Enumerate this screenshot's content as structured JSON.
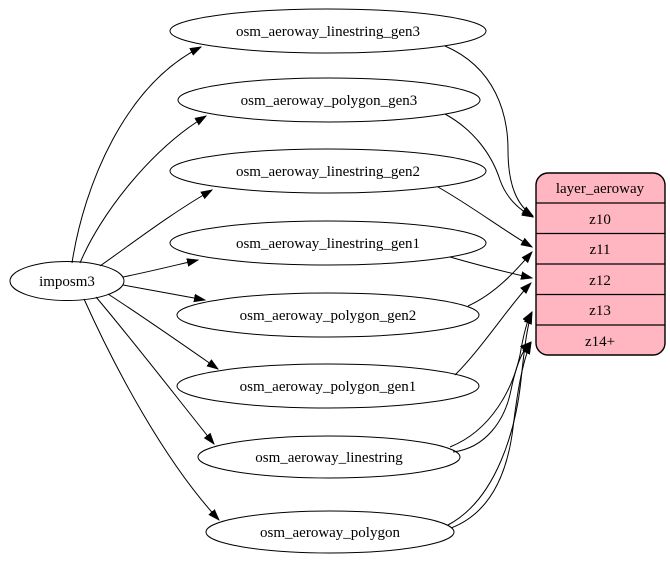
{
  "diagram": {
    "kind": "etl-graph",
    "background_color": "#ffffff",
    "edge_color": "#000000",
    "table_node_fill": "#ffffff",
    "layer_node_fill": "#ffb6c1",
    "node_stroke": "#000000",
    "source_node": {
      "label": "imposm3"
    },
    "table_nodes": [
      {
        "label": "osm_aeroway_linestring_gen3"
      },
      {
        "label": "osm_aeroway_polygon_gen3"
      },
      {
        "label": "osm_aeroway_linestring_gen2"
      },
      {
        "label": "osm_aeroway_linestring_gen1"
      },
      {
        "label": "osm_aeroway_polygon_gen2"
      },
      {
        "label": "osm_aeroway_polygon_gen1"
      },
      {
        "label": "osm_aeroway_linestring"
      },
      {
        "label": "osm_aeroway_polygon"
      }
    ],
    "layer_node": {
      "title": "layer_aeroway",
      "rows": [
        "z10",
        "z11",
        "z12",
        "z13",
        "z14+"
      ]
    },
    "connections": [
      {
        "from": "imposm3",
        "to": "osm_aeroway_linestring_gen3"
      },
      {
        "from": "imposm3",
        "to": "osm_aeroway_polygon_gen3"
      },
      {
        "from": "imposm3",
        "to": "osm_aeroway_linestring_gen2"
      },
      {
        "from": "imposm3",
        "to": "osm_aeroway_linestring_gen1"
      },
      {
        "from": "imposm3",
        "to": "osm_aeroway_polygon_gen2"
      },
      {
        "from": "imposm3",
        "to": "osm_aeroway_polygon_gen1"
      },
      {
        "from": "imposm3",
        "to": "osm_aeroway_linestring"
      },
      {
        "from": "imposm3",
        "to": "osm_aeroway_polygon"
      },
      {
        "from": "osm_aeroway_linestring_gen3",
        "to": "layer_aeroway:z10"
      },
      {
        "from": "osm_aeroway_polygon_gen3",
        "to": "layer_aeroway:z10"
      },
      {
        "from": "osm_aeroway_linestring_gen2",
        "to": "layer_aeroway:z11"
      },
      {
        "from": "osm_aeroway_polygon_gen2",
        "to": "layer_aeroway:z11"
      },
      {
        "from": "osm_aeroway_linestring_gen1",
        "to": "layer_aeroway:z12"
      },
      {
        "from": "osm_aeroway_polygon_gen1",
        "to": "layer_aeroway:z12"
      },
      {
        "from": "osm_aeroway_linestring",
        "to": "layer_aeroway:z13"
      },
      {
        "from": "osm_aeroway_polygon",
        "to": "layer_aeroway:z13"
      },
      {
        "from": "osm_aeroway_linestring",
        "to": "layer_aeroway:z14+"
      },
      {
        "from": "osm_aeroway_polygon",
        "to": "layer_aeroway:z14+"
      }
    ]
  }
}
